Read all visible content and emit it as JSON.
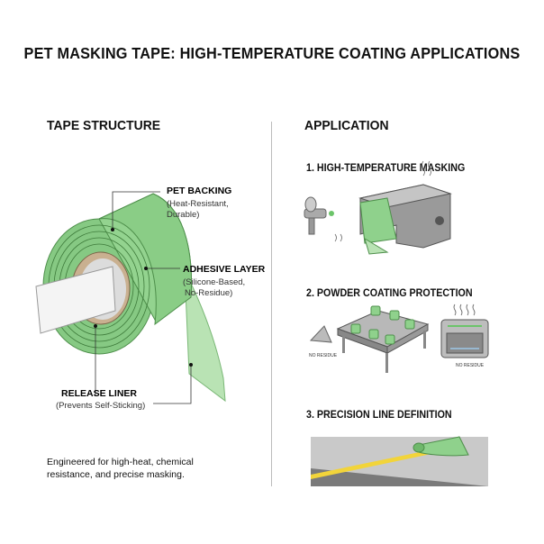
{
  "title": "PET MASKING TAPE: HIGH-TEMPERATURE COATING APPLICATIONS",
  "left": {
    "heading": "TAPE STRUCTURE",
    "callouts": [
      {
        "label": "PET BACKING",
        "desc": [
          "(Heat-Resistant,",
          "Durable)"
        ]
      },
      {
        "label": "ADHESIVE LAYER",
        "desc": [
          "(Silicone-Based,",
          "No-Residue)"
        ]
      },
      {
        "label": "RELEASE LINER",
        "desc": [
          "(Prevents Self-Sticking)"
        ]
      }
    ],
    "footer": "Engineered for high-heat, chemical resistance, and precise masking."
  },
  "right": {
    "heading": "APPLICATION",
    "items": [
      {
        "label": "1.  HIGH-TEMPERATURE MASKING"
      },
      {
        "label": "2.  POWDER COATING PROTECTION",
        "captions": [
          "NO RESIDUE",
          "NO RESIDUE"
        ]
      },
      {
        "label": "3.  PRECISION LINE DEFINITION"
      }
    ]
  },
  "colors": {
    "tape_green": "#8fd18c",
    "tape_dark": "#5faa5c",
    "line_yellow": "#f2d43a"
  }
}
